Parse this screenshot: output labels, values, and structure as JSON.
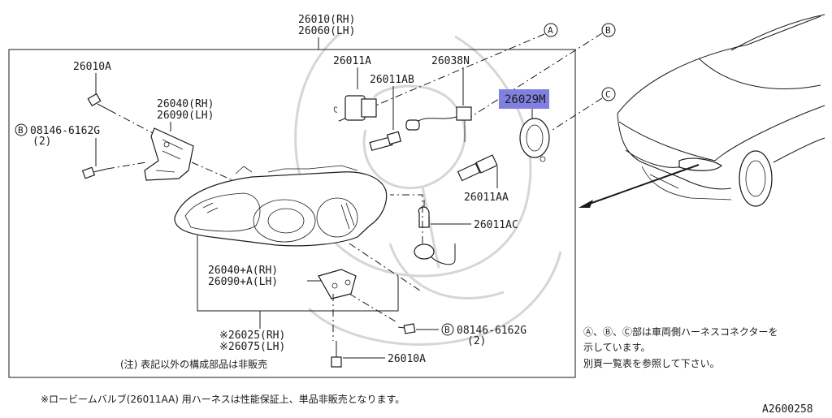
{
  "assembly": {
    "part_rh": "26010(RH)",
    "part_lh": "26060(LH)"
  },
  "callouts": {
    "a": "A",
    "b": "B",
    "c": "C"
  },
  "parts": {
    "bolt_top": "26010A",
    "bracket_rh": "26040(RH)",
    "bracket_lh": "26090(LH)",
    "bolt_spec_mark": "B",
    "bolt_spec": "08146-6162G",
    "bolt_qty": "(2)",
    "bulb_hb": "26011A",
    "bulb_hb_socket": "26011AB",
    "harness": "26038N",
    "cover": "26029M",
    "bulb_lo": "26011AA",
    "bulb_side": "26011AC",
    "bracket_a_rh": "26040+A(RH)",
    "bracket_a_lh": "26090+A(LH)",
    "lens_rh": "※26025(RH)",
    "lens_lh": "※26075(LH)",
    "bolt2_mark": "B",
    "bolt2_spec": "08146-6162G",
    "bolt2_qty": "(2)",
    "bolt_bottom": "26010A"
  },
  "notes": {
    "note_inside": "(注) 表記以外の構成部品は非販売",
    "connector_line1": "Ⓐ、Ⓑ、Ⓒ部は車両側ハーネスコネクターを",
    "connector_line2": "示しています。",
    "connector_line3": "別頁一覧表を参照して下さい。",
    "footer": "※ロービームバルブ(26011AA) 用ハーネスは性能保証上、単品非販売となります。",
    "diagram_code": "A2600258"
  },
  "colors": {
    "highlight": "#8080e0",
    "line": "#1a1a1a",
    "watermark": "#d6d6d6"
  }
}
